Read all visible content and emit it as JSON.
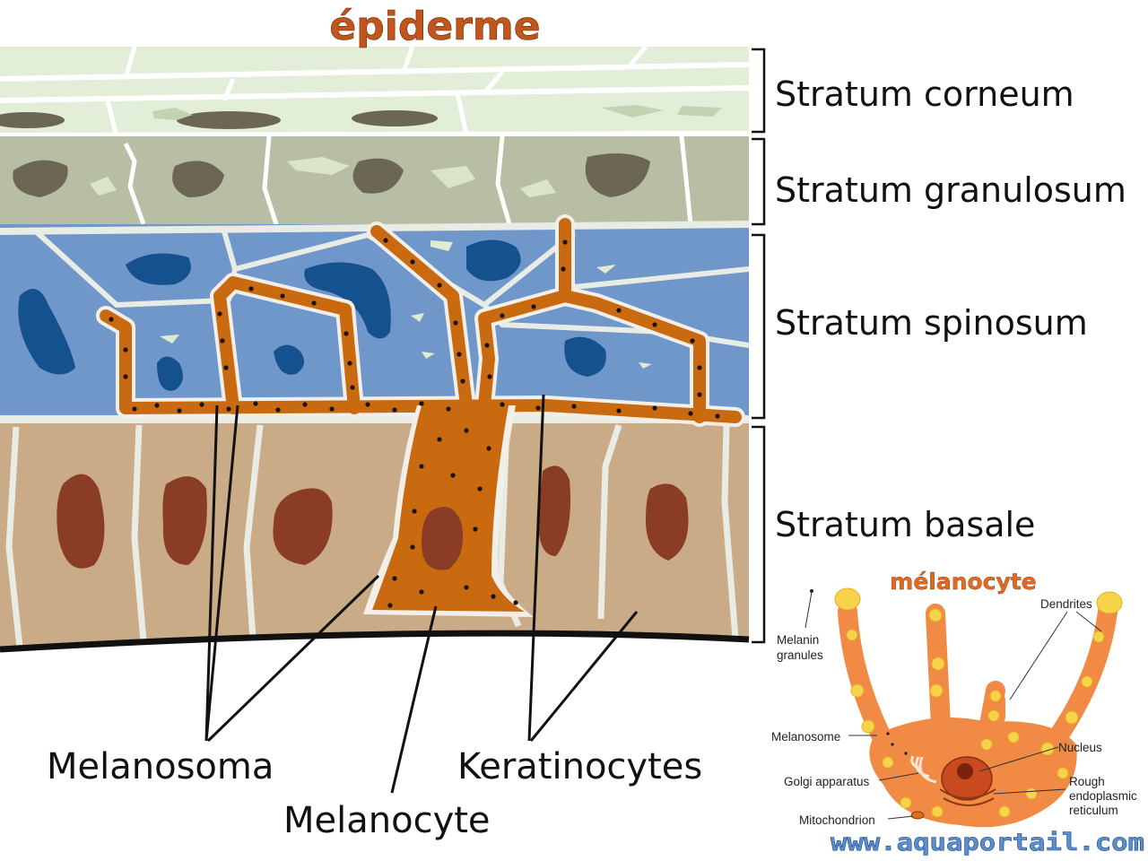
{
  "title": "épiderme",
  "layers": [
    {
      "label": "Stratum corneum"
    },
    {
      "label": "Stratum granulosum"
    },
    {
      "label": "Stratum spinosum"
    },
    {
      "label": "Stratum basale"
    }
  ],
  "callouts": {
    "melanosoma": "Melanosoma",
    "melanocyte": "Melanocyte",
    "keratinocytes": "Keratinocytes"
  },
  "inset": {
    "title": "mélanocyte",
    "labels": {
      "dendrites": "Dendrites",
      "melanin_line1": "Melanin",
      "melanin_line2": "granules",
      "melanosome": "Melanosome",
      "nucleus": "Nucleus",
      "golgi": "Golgi apparatus",
      "rer_line1": "Rough",
      "rer_line2": "endoplasmic",
      "rer_line3": "reticulum",
      "mitochondrion": "Mitochondrion"
    }
  },
  "watermark": "www.aquaportail.com",
  "colors": {
    "corneum": "#e3eed8",
    "granulosum": "#b7bea4",
    "spinosum": "#6f97c9",
    "basale": "#c9ab88",
    "melanocyte": "#c96a10",
    "inset_cell": "#f08a45",
    "granule": "#f6d34a"
  }
}
